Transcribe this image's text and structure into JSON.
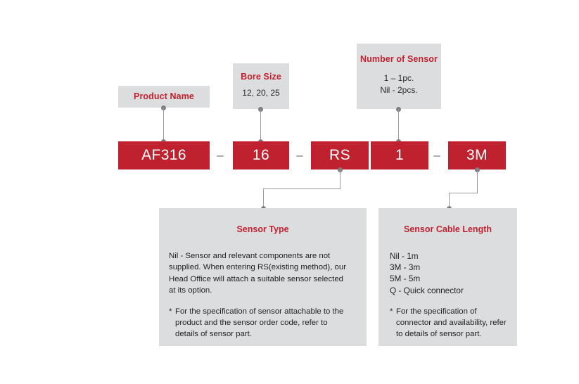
{
  "diagram": {
    "type": "order-code-breakdown",
    "colors": {
      "accent_red": "#c0212f",
      "panel_gray": "#dcdddf",
      "connector_gray": "#9a9b9e",
      "text_dark": "#222222"
    },
    "code_chips": [
      {
        "label": "AF316",
        "name": "product-name"
      },
      {
        "label": "16",
        "name": "bore-size"
      },
      {
        "label": "RS",
        "name": "sensor-type"
      },
      {
        "label": "1",
        "name": "number-of-sensor"
      },
      {
        "label": "3M",
        "name": "sensor-cable-length"
      }
    ],
    "separators": [
      "–",
      "–",
      "–"
    ],
    "callouts": {
      "product_name": {
        "title": "Product Name",
        "lines": []
      },
      "bore_size": {
        "title": "Bore Size",
        "lines": [
          "12, 20, 25"
        ]
      },
      "number_of_sensor": {
        "title": "Number of Sensor",
        "lines": [
          "1 – 1pc.",
          "Nil - 2pcs."
        ]
      }
    },
    "panels": {
      "sensor_type": {
        "title": "Sensor Type",
        "paragraph": "Nil - Sensor and relevant components are not supplied. When entering RS(existing method), our Head Office will attach a suitable sensor selected at its option.",
        "note_marker": "*",
        "note": "For the specification of sensor attachable to the product and the sensor order code, refer to details of sensor part."
      },
      "sensor_cable_length": {
        "title": "Sensor Cable Length",
        "options": [
          "Nil - 1m",
          "3M - 3m",
          "5M - 5m",
          "Q - Quick connector"
        ],
        "note_marker": "*",
        "note": "For the specification of connector and availability, refer to details of sensor part."
      }
    }
  }
}
